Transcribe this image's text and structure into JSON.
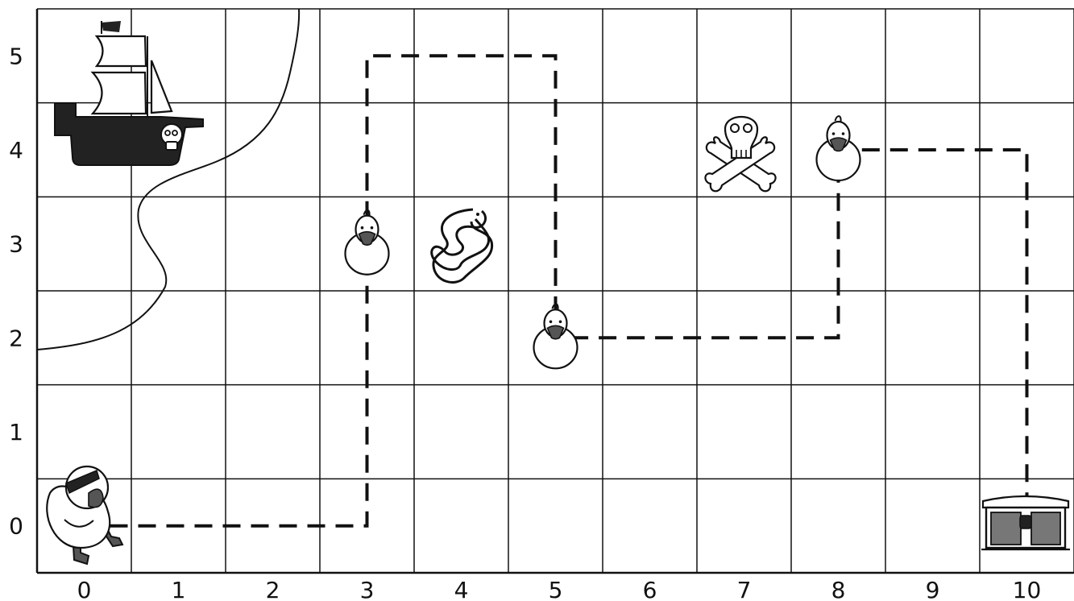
{
  "grid": {
    "columns": 11,
    "rows": 6
  },
  "x_axis": {
    "labels": [
      "0",
      "1",
      "2",
      "3",
      "4",
      "5",
      "6",
      "7",
      "8",
      "9",
      "10"
    ]
  },
  "y_axis": {
    "labels": [
      "0",
      "1",
      "2",
      "3",
      "4",
      "5"
    ]
  },
  "pieces": {
    "pirate_duck": {
      "name": "pirate-duck",
      "col": 0,
      "row": 0
    },
    "ducks": [
      {
        "col": 3,
        "row": 3
      },
      {
        "col": 5,
        "row": 2
      },
      {
        "col": 8,
        "row": 4
      }
    ],
    "snake": {
      "col": 4,
      "row": 3
    },
    "skull_crossbones": {
      "col": 7,
      "row": 4
    },
    "treasure_chest": {
      "col": 10,
      "row": 0
    },
    "ship": {
      "col": 1,
      "row": 5
    }
  },
  "path": [
    [
      0,
      0
    ],
    [
      3,
      0
    ],
    [
      3,
      5
    ],
    [
      5,
      5
    ],
    [
      5,
      2
    ],
    [
      8,
      2
    ],
    [
      8,
      4
    ],
    [
      10,
      4
    ],
    [
      10,
      0
    ]
  ],
  "colors": {
    "line": "#111111",
    "dark": "#222222",
    "duck_beak": "#555555",
    "chest_fill": "#777777",
    "sea": "#ffffff"
  }
}
